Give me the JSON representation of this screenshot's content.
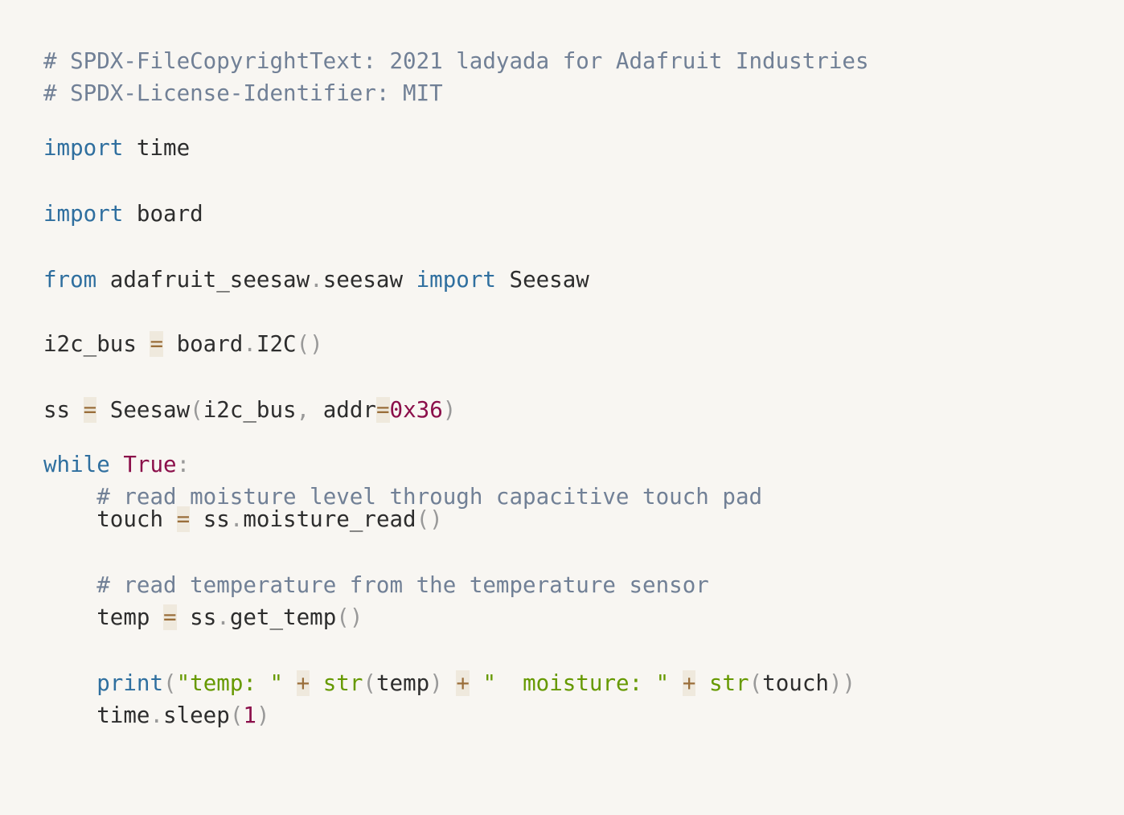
{
  "colors": {
    "background": "#f8f6f2",
    "comment": "#718096",
    "keyword": "#2f6f9f",
    "text": "#2d2d2d",
    "punctuation": "#999999",
    "operator": "#9a6e3a",
    "number": "#8b0f4a",
    "string": "#669900"
  },
  "code": {
    "language": "python",
    "lines": [
      {
        "tokens": [
          {
            "type": "comment",
            "text": "# SPDX-FileCopyrightText: 2021 ladyada for Adafruit Industries"
          }
        ]
      },
      {
        "tokens": [
          {
            "type": "comment",
            "text": "# SPDX-License-Identifier: MIT"
          }
        ]
      },
      {
        "tokens": []
      },
      {
        "tokens": [
          {
            "type": "keyword",
            "text": "import"
          },
          {
            "type": "text",
            "text": " time"
          }
        ]
      },
      {
        "tokens": []
      },
      {
        "tokens": [
          {
            "type": "keyword",
            "text": "import"
          },
          {
            "type": "text",
            "text": " board"
          }
        ]
      },
      {
        "tokens": []
      },
      {
        "tokens": [
          {
            "type": "keyword",
            "text": "from"
          },
          {
            "type": "text",
            "text": " adafruit_seesaw"
          },
          {
            "type": "punct",
            "text": "."
          },
          {
            "type": "text",
            "text": "seesaw "
          },
          {
            "type": "keyword",
            "text": "import"
          },
          {
            "type": "text",
            "text": " Seesaw"
          }
        ]
      },
      {
        "tokens": []
      },
      {
        "tokens": [
          {
            "type": "text",
            "text": "i2c_bus "
          },
          {
            "type": "op",
            "text": "="
          },
          {
            "type": "text",
            "text": " board"
          },
          {
            "type": "punct",
            "text": "."
          },
          {
            "type": "text",
            "text": "I2C"
          },
          {
            "type": "punct",
            "text": "()"
          }
        ]
      },
      {
        "tokens": []
      },
      {
        "tokens": [
          {
            "type": "text",
            "text": "ss "
          },
          {
            "type": "op",
            "text": "="
          },
          {
            "type": "text",
            "text": " Seesaw"
          },
          {
            "type": "punct",
            "text": "("
          },
          {
            "type": "text",
            "text": "i2c_bus"
          },
          {
            "type": "punct",
            "text": ","
          },
          {
            "type": "text",
            "text": " addr"
          },
          {
            "type": "op",
            "text": "="
          },
          {
            "type": "number",
            "text": "0x36"
          },
          {
            "type": "punct",
            "text": ")"
          }
        ]
      },
      {
        "tokens": []
      },
      {
        "tokens": [
          {
            "type": "keyword",
            "text": "while"
          },
          {
            "type": "text",
            "text": " "
          },
          {
            "type": "const",
            "text": "True"
          },
          {
            "type": "punct",
            "text": ":"
          }
        ]
      },
      {
        "tokens": [
          {
            "type": "text",
            "text": "    "
          },
          {
            "type": "comment",
            "text": "# read moisture level through capacitive touch pad"
          }
        ]
      },
      {
        "tokens": [
          {
            "type": "text",
            "text": "    touch "
          },
          {
            "type": "op",
            "text": "="
          },
          {
            "type": "text",
            "text": " ss"
          },
          {
            "type": "punct",
            "text": "."
          },
          {
            "type": "text",
            "text": "moisture_read"
          },
          {
            "type": "punct",
            "text": "()"
          }
        ]
      },
      {
        "tokens": []
      },
      {
        "tokens": [
          {
            "type": "text",
            "text": "    "
          },
          {
            "type": "comment",
            "text": "# read temperature from the temperature sensor"
          }
        ]
      },
      {
        "tokens": [
          {
            "type": "text",
            "text": "    temp "
          },
          {
            "type": "op",
            "text": "="
          },
          {
            "type": "text",
            "text": " ss"
          },
          {
            "type": "punct",
            "text": "."
          },
          {
            "type": "text",
            "text": "get_temp"
          },
          {
            "type": "punct",
            "text": "()"
          }
        ]
      },
      {
        "tokens": []
      },
      {
        "tokens": [
          {
            "type": "text",
            "text": "    "
          },
          {
            "type": "keyword",
            "text": "print"
          },
          {
            "type": "punct",
            "text": "("
          },
          {
            "type": "string",
            "text": "\"temp: \""
          },
          {
            "type": "text",
            "text": " "
          },
          {
            "type": "op",
            "text": "+"
          },
          {
            "type": "text",
            "text": " "
          },
          {
            "type": "builtin",
            "text": "str"
          },
          {
            "type": "punct",
            "text": "("
          },
          {
            "type": "text",
            "text": "temp"
          },
          {
            "type": "punct",
            "text": ")"
          },
          {
            "type": "text",
            "text": " "
          },
          {
            "type": "op",
            "text": "+"
          },
          {
            "type": "text",
            "text": " "
          },
          {
            "type": "string",
            "text": "\"  moisture: \""
          },
          {
            "type": "text",
            "text": " "
          },
          {
            "type": "op",
            "text": "+"
          },
          {
            "type": "text",
            "text": " "
          },
          {
            "type": "builtin",
            "text": "str"
          },
          {
            "type": "punct",
            "text": "("
          },
          {
            "type": "text",
            "text": "touch"
          },
          {
            "type": "punct",
            "text": "))"
          }
        ]
      },
      {
        "tokens": [
          {
            "type": "text",
            "text": "    time"
          },
          {
            "type": "punct",
            "text": "."
          },
          {
            "type": "text",
            "text": "sleep"
          },
          {
            "type": "punct",
            "text": "("
          },
          {
            "type": "number",
            "text": "1"
          },
          {
            "type": "punct",
            "text": ")"
          }
        ]
      }
    ]
  }
}
